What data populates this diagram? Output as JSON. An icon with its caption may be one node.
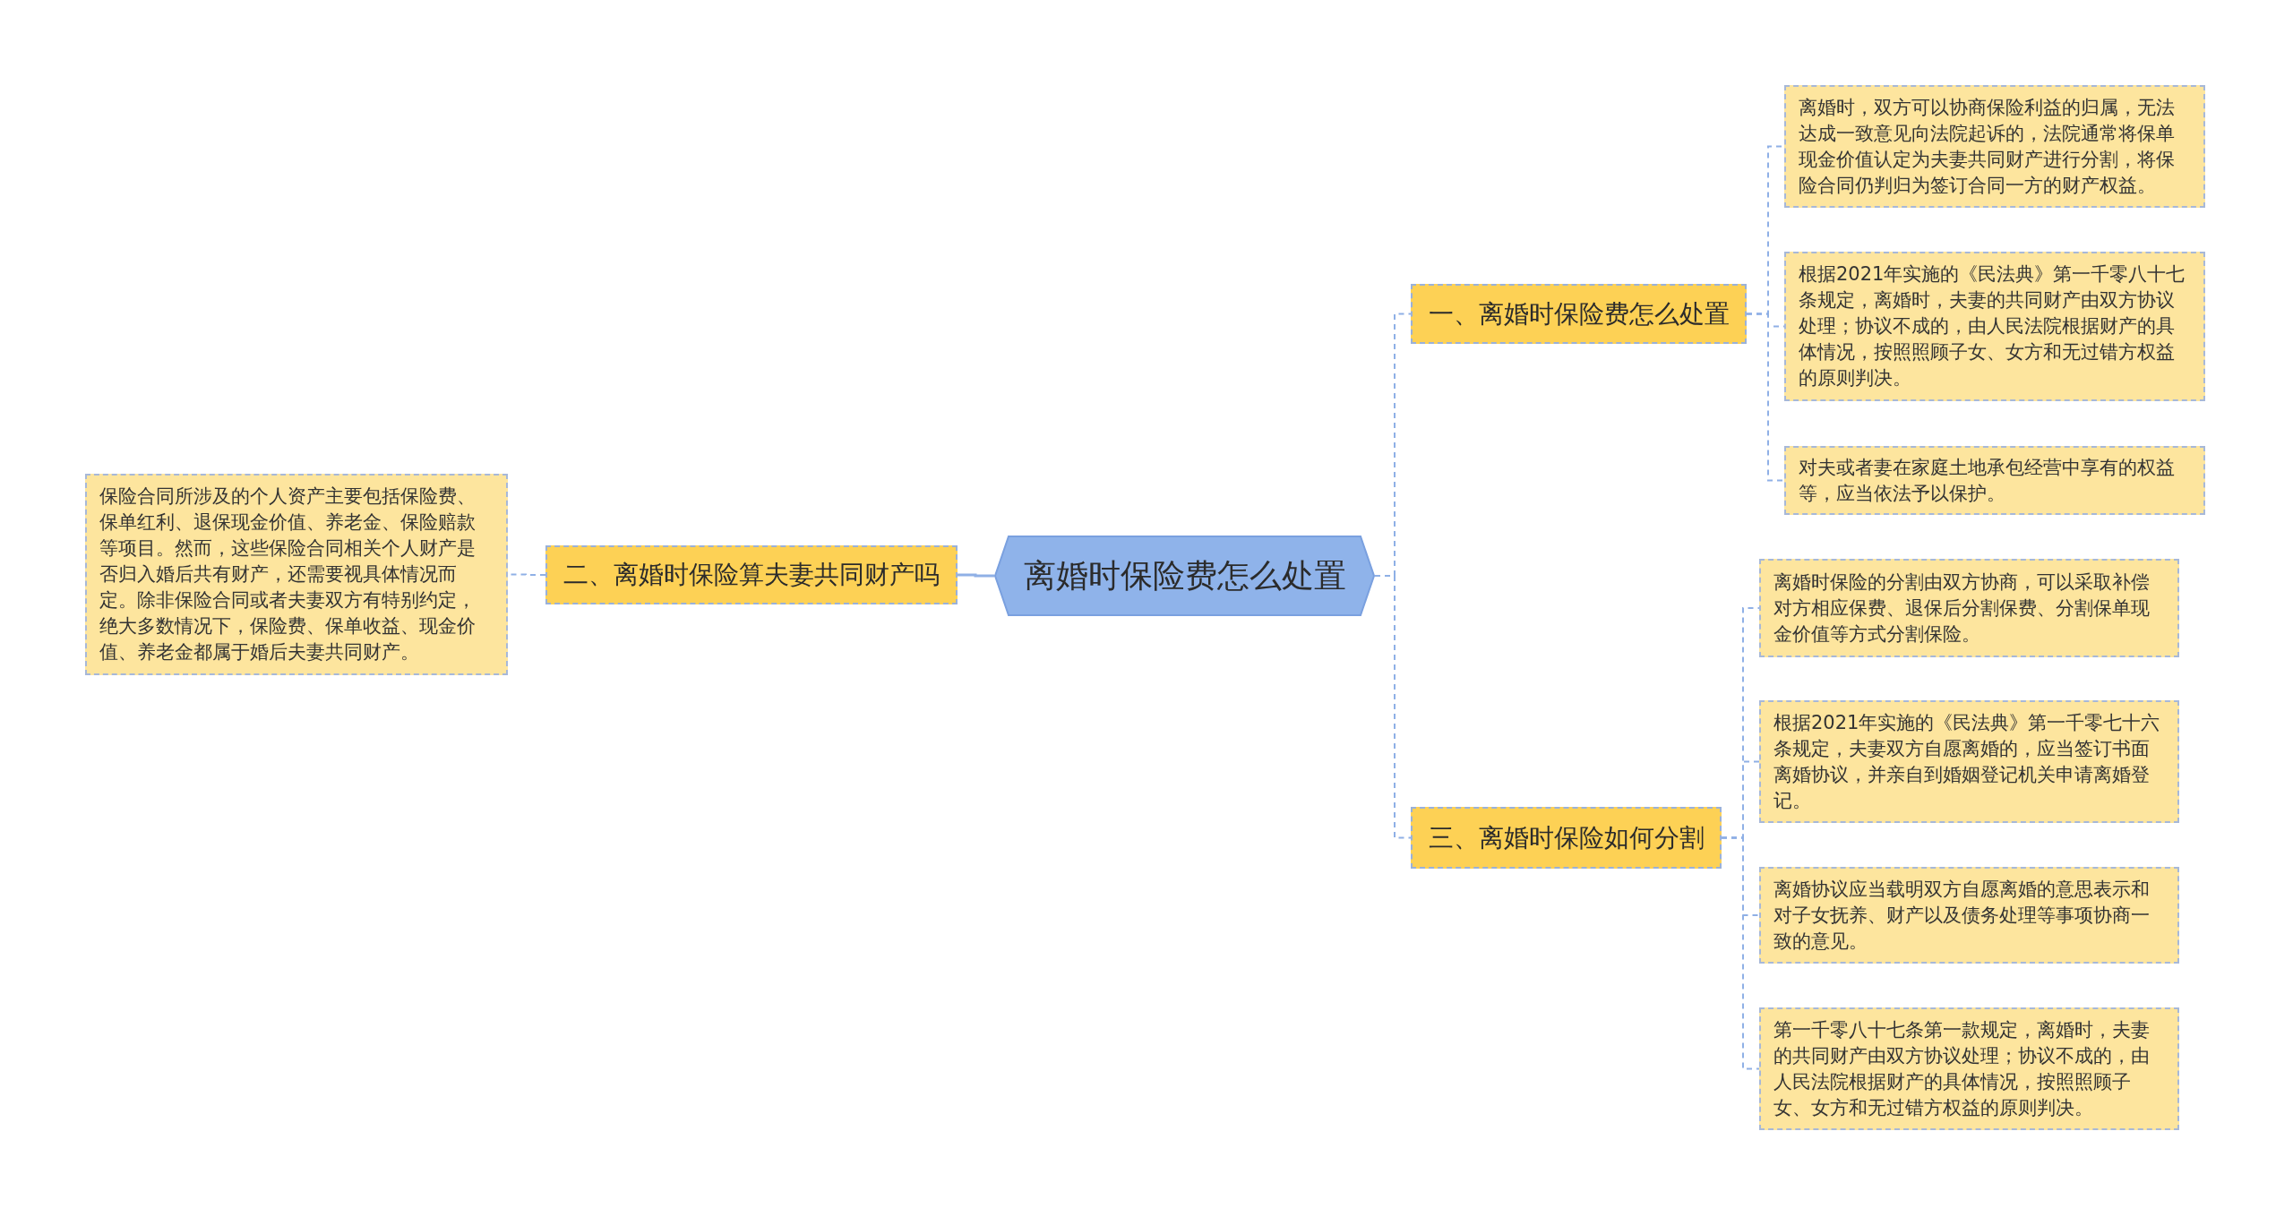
{
  "diagram": {
    "nodes": [
      {
        "text": [
          "离婚时保险费怎么处置"
        ]
      },
      {
        "text": [
          "一、离婚时保险费怎么处置"
        ]
      },
      {
        "text": [
          "离婚时，双方可以协商保险利益的归属，无法达成一致意见向法院起诉的，法院通常将保单现金价值认定为夫妻共同财产进行分割，将保险合同仍判归为签订合同一方的财产权益。"
        ]
      },
      {
        "text": [
          "根据2021年实施的《民法典》第一千零八十七条规定，离婚时，夫妻的共同财产由双方协议处理；协议不成的，由人民法院根据财产的具体情况，按照照顾子女、女方和无过错方权益的原则判决。"
        ]
      },
      {
        "text": [
          "对夫或者妻在家庭土地承包经营中享有的权益等，应当依法予以保护。"
        ]
      },
      {
        "text": [
          "二、离婚时保险算夫妻共同财产吗"
        ]
      },
      {
        "text": [
          "保险合同所涉及的个人资产主要包括保险费、保单红利、退保现金价值、养老金、保险赔款等项目。然而，这些保险合同相关个人财产是否归入婚后共有财产，还需要视具体情况而定。除非保险合同或者夫妻双方有特别约定，绝大多数情况下，保险费、保单收益、现金价值、养老金都属于婚后夫妻共同财产。"
        ]
      },
      {
        "text": [
          "三、离婚时保险如何分割"
        ]
      },
      {
        "text": [
          "离婚时保险的分割由双方协商，可以采取补偿对方相应保费、退保后分割保费、分割保单现金价值等方式分割保险。"
        ]
      },
      {
        "text": [
          "根据2021年实施的《民法典》第一千零七十六条规定，夫妻双方自愿离婚的，应当签订书面离婚协议，并亲自到婚姻登记机关申请离婚登记。"
        ]
      },
      {
        "text": [
          "离婚协议应当载明双方自愿离婚的意思表示和对子女抚养、财产以及债务处理等事项协商一致的意见。"
        ]
      },
      {
        "text": [
          "第一千零八十七条第一款规定，离婚时，夫妻的共同财产由双方协议处理；协议不成的，由人民法院根据财产的具体情况，按照照顾子女、女方和无过错方权益的原则判决。"
        ]
      }
    ],
    "edges": [
      {
        "from": 0,
        "to": 1,
        "arrow": "none",
        "style": "dashed"
      },
      {
        "from": 1,
        "to": 2,
        "arrow": "none",
        "style": "dashed"
      },
      {
        "from": 1,
        "to": 3,
        "arrow": "none",
        "style": "dashed"
      },
      {
        "from": 1,
        "to": 4,
        "arrow": "none",
        "style": "dashed"
      },
      {
        "from": 0,
        "to": 5,
        "arrow": "none"
      },
      {
        "from": 5,
        "to": 6,
        "arrow": "none",
        "style": "dashed"
      },
      {
        "from": 0,
        "to": 7,
        "arrow": "none",
        "style": "dashed"
      },
      {
        "from": 7,
        "to": 8,
        "arrow": "none",
        "style": "dashed"
      },
      {
        "from": 7,
        "to": 9,
        "arrow": "none",
        "style": "dashed"
      },
      {
        "from": 7,
        "to": 10,
        "arrow": "none",
        "style": "dashed"
      },
      {
        "from": 7,
        "to": 11,
        "arrow": "none",
        "style": "dashed"
      }
    ]
  }
}
